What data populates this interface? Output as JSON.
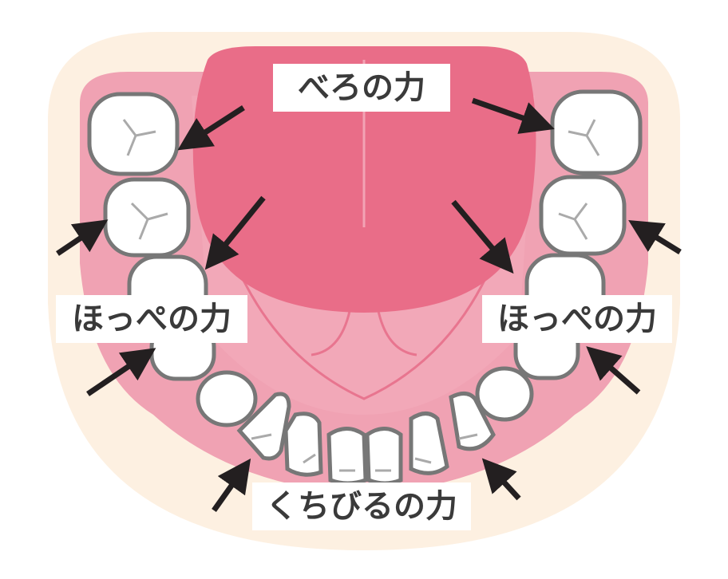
{
  "labels": {
    "tongue": "べろの力",
    "cheek_left": "ほっぺの力",
    "cheek_right": "ほっぺの力",
    "lips": "くちびるの力"
  },
  "colors": {
    "skin": "#FDF0E1",
    "gum": "#F0A2B3",
    "gum_line": "#E8758F",
    "tongue": "#E96D88",
    "tooth": "#FFFFFF",
    "tooth_outline": "#777777",
    "arrow": "#231F20"
  }
}
